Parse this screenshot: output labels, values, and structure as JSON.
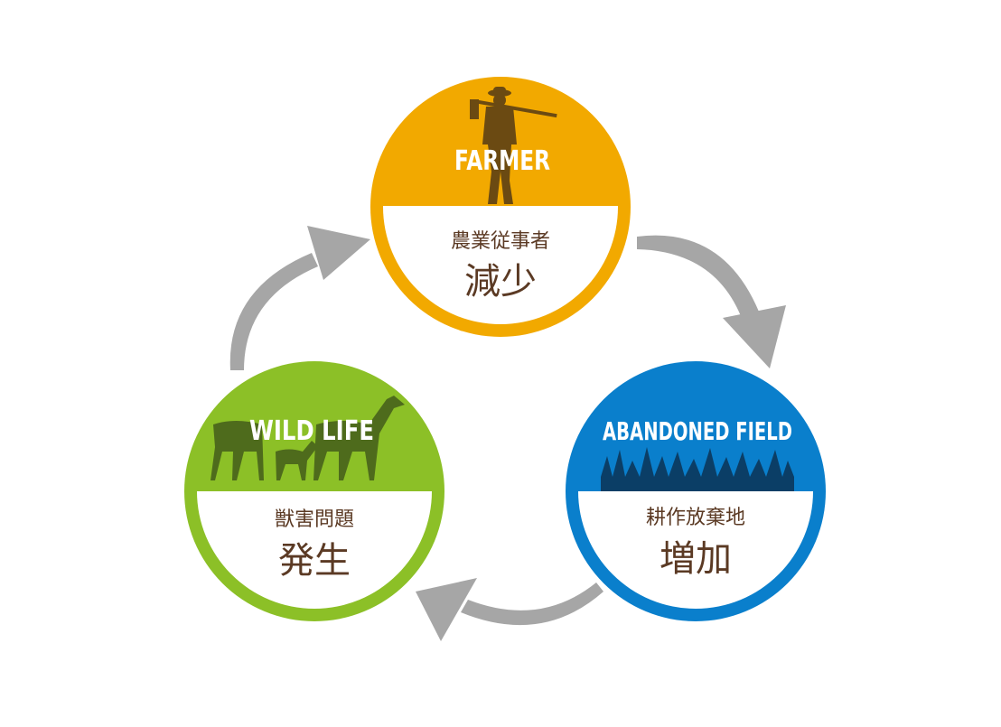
{
  "colors": {
    "farmer": "#F2A900",
    "field": "#0A7FCC",
    "wildlife": "#8CC027",
    "arrow": "#A6A6A6",
    "text": "#5B3A24"
  },
  "nodes": {
    "farmer": {
      "title": "FARMER",
      "label": "農業従事者",
      "value": "減少"
    },
    "field": {
      "title": "ABANDONED FIELD",
      "label": "耕作放棄地",
      "value": "増加"
    },
    "wildlife": {
      "title": "WILD LIFE",
      "label": "獣害問題",
      "value": "発生"
    }
  }
}
